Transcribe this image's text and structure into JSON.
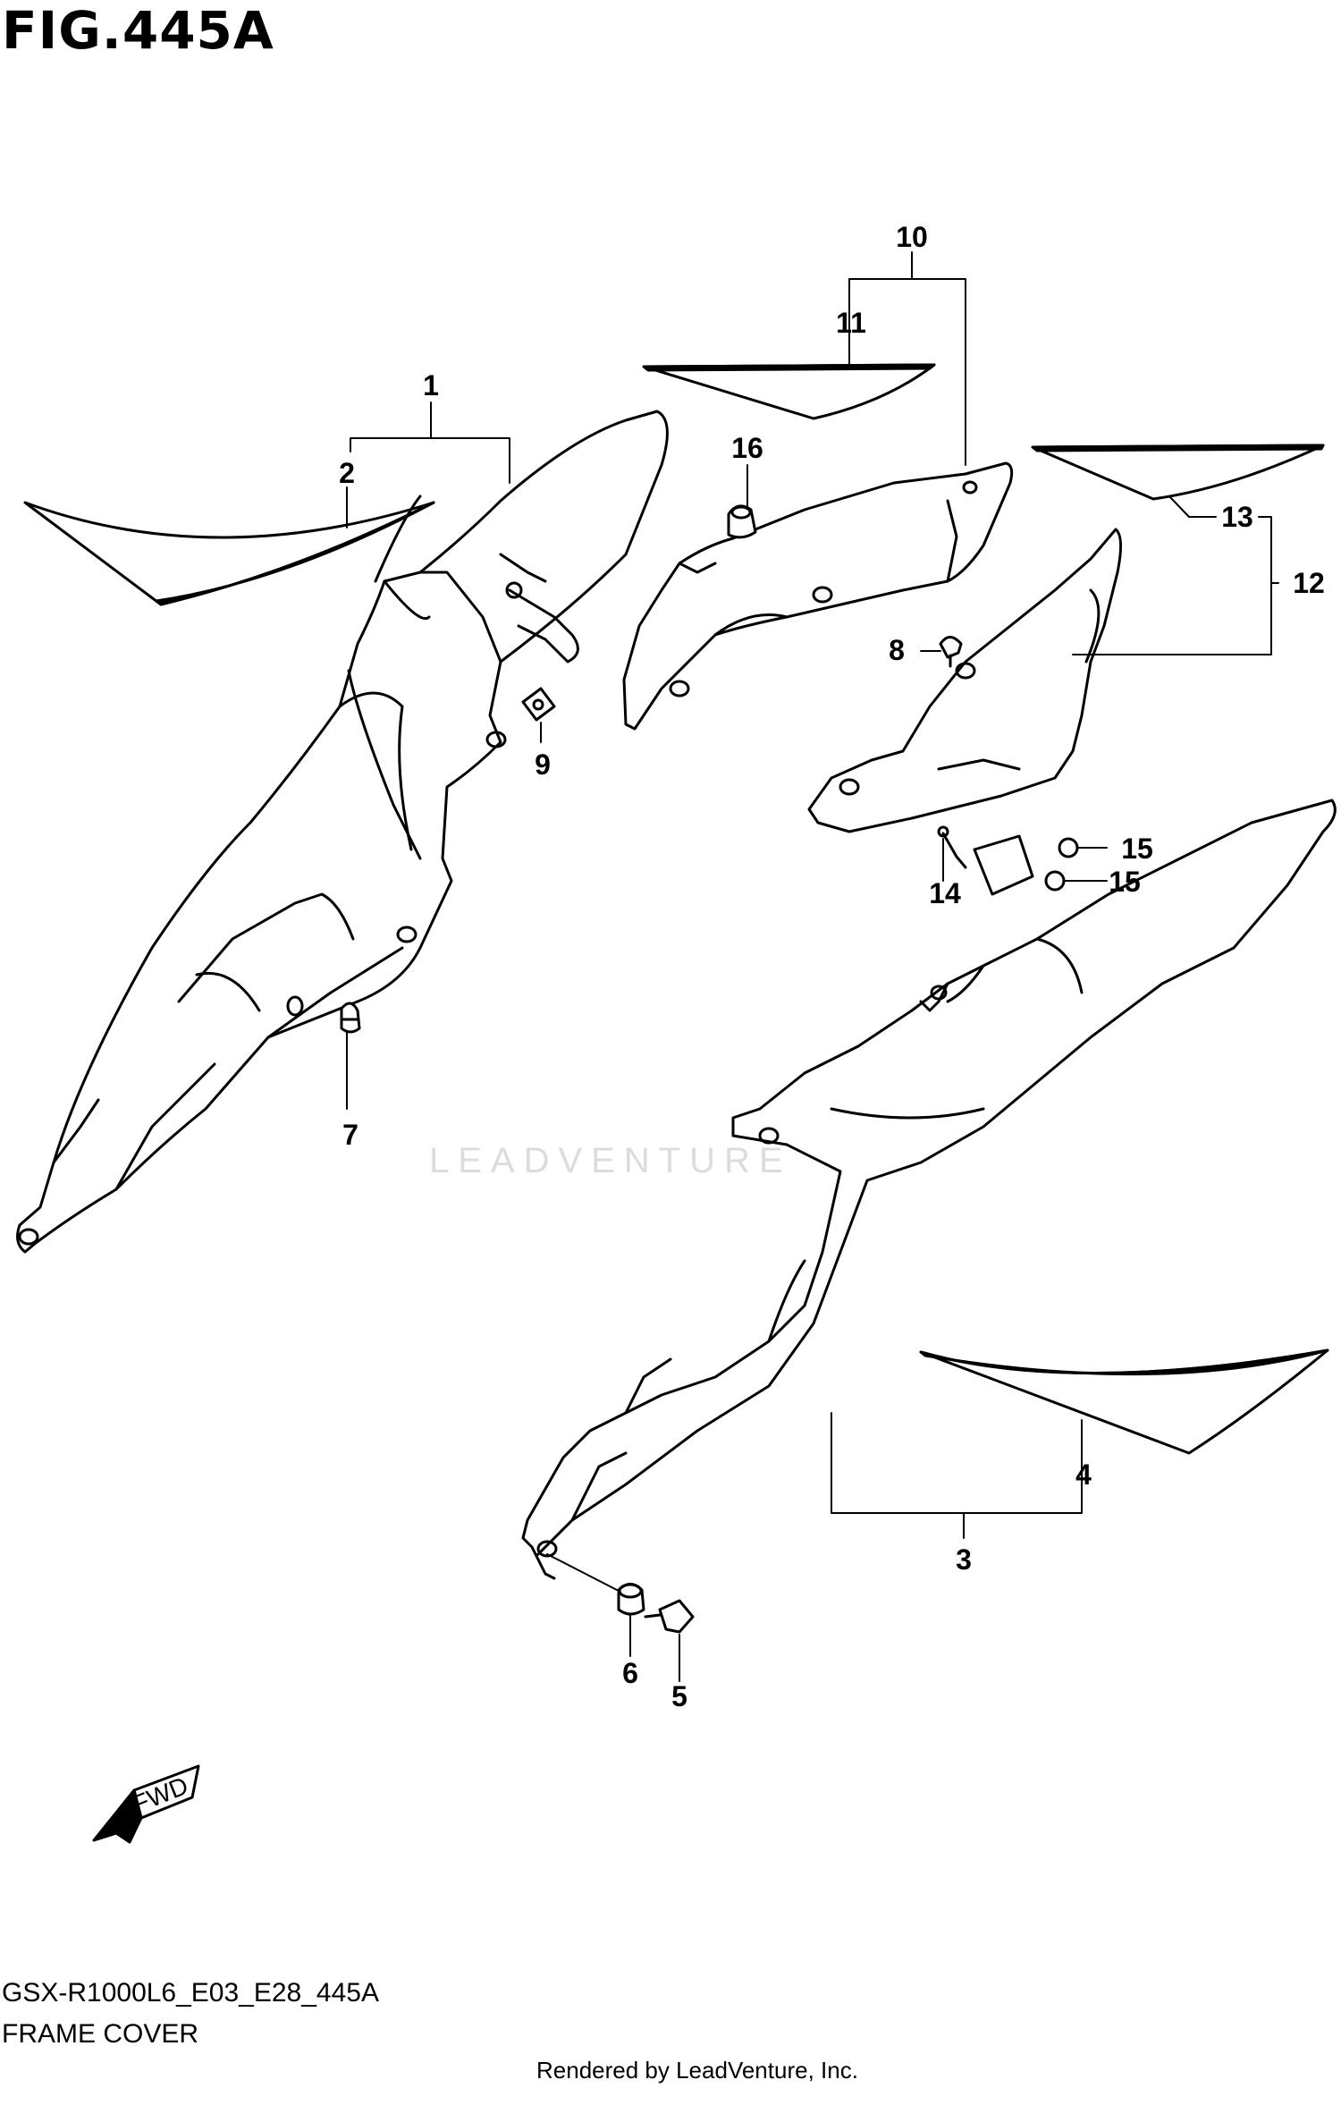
{
  "figure": {
    "title": "FIG.445A",
    "model_code": "GSX-R1000L6_E03_E28_445A",
    "section_name": "FRAME COVER",
    "rendered_by": "Rendered by LeadVenture, Inc.",
    "watermark": "LEADVENTURE",
    "fwd_label": "FWD"
  },
  "callouts": [
    {
      "id": "1",
      "label": "1"
    },
    {
      "id": "2",
      "label": "2"
    },
    {
      "id": "3",
      "label": "3"
    },
    {
      "id": "4",
      "label": "4"
    },
    {
      "id": "5",
      "label": "5"
    },
    {
      "id": "6",
      "label": "6"
    },
    {
      "id": "7",
      "label": "7"
    },
    {
      "id": "8",
      "label": "8"
    },
    {
      "id": "9",
      "label": "9"
    },
    {
      "id": "10",
      "label": "10"
    },
    {
      "id": "11",
      "label": "11"
    },
    {
      "id": "12",
      "label": "12"
    },
    {
      "id": "13",
      "label": "13"
    },
    {
      "id": "14",
      "label": "14"
    },
    {
      "id": "15a",
      "label": "15"
    },
    {
      "id": "15b",
      "label": "15"
    },
    {
      "id": "16",
      "label": "16"
    }
  ]
}
